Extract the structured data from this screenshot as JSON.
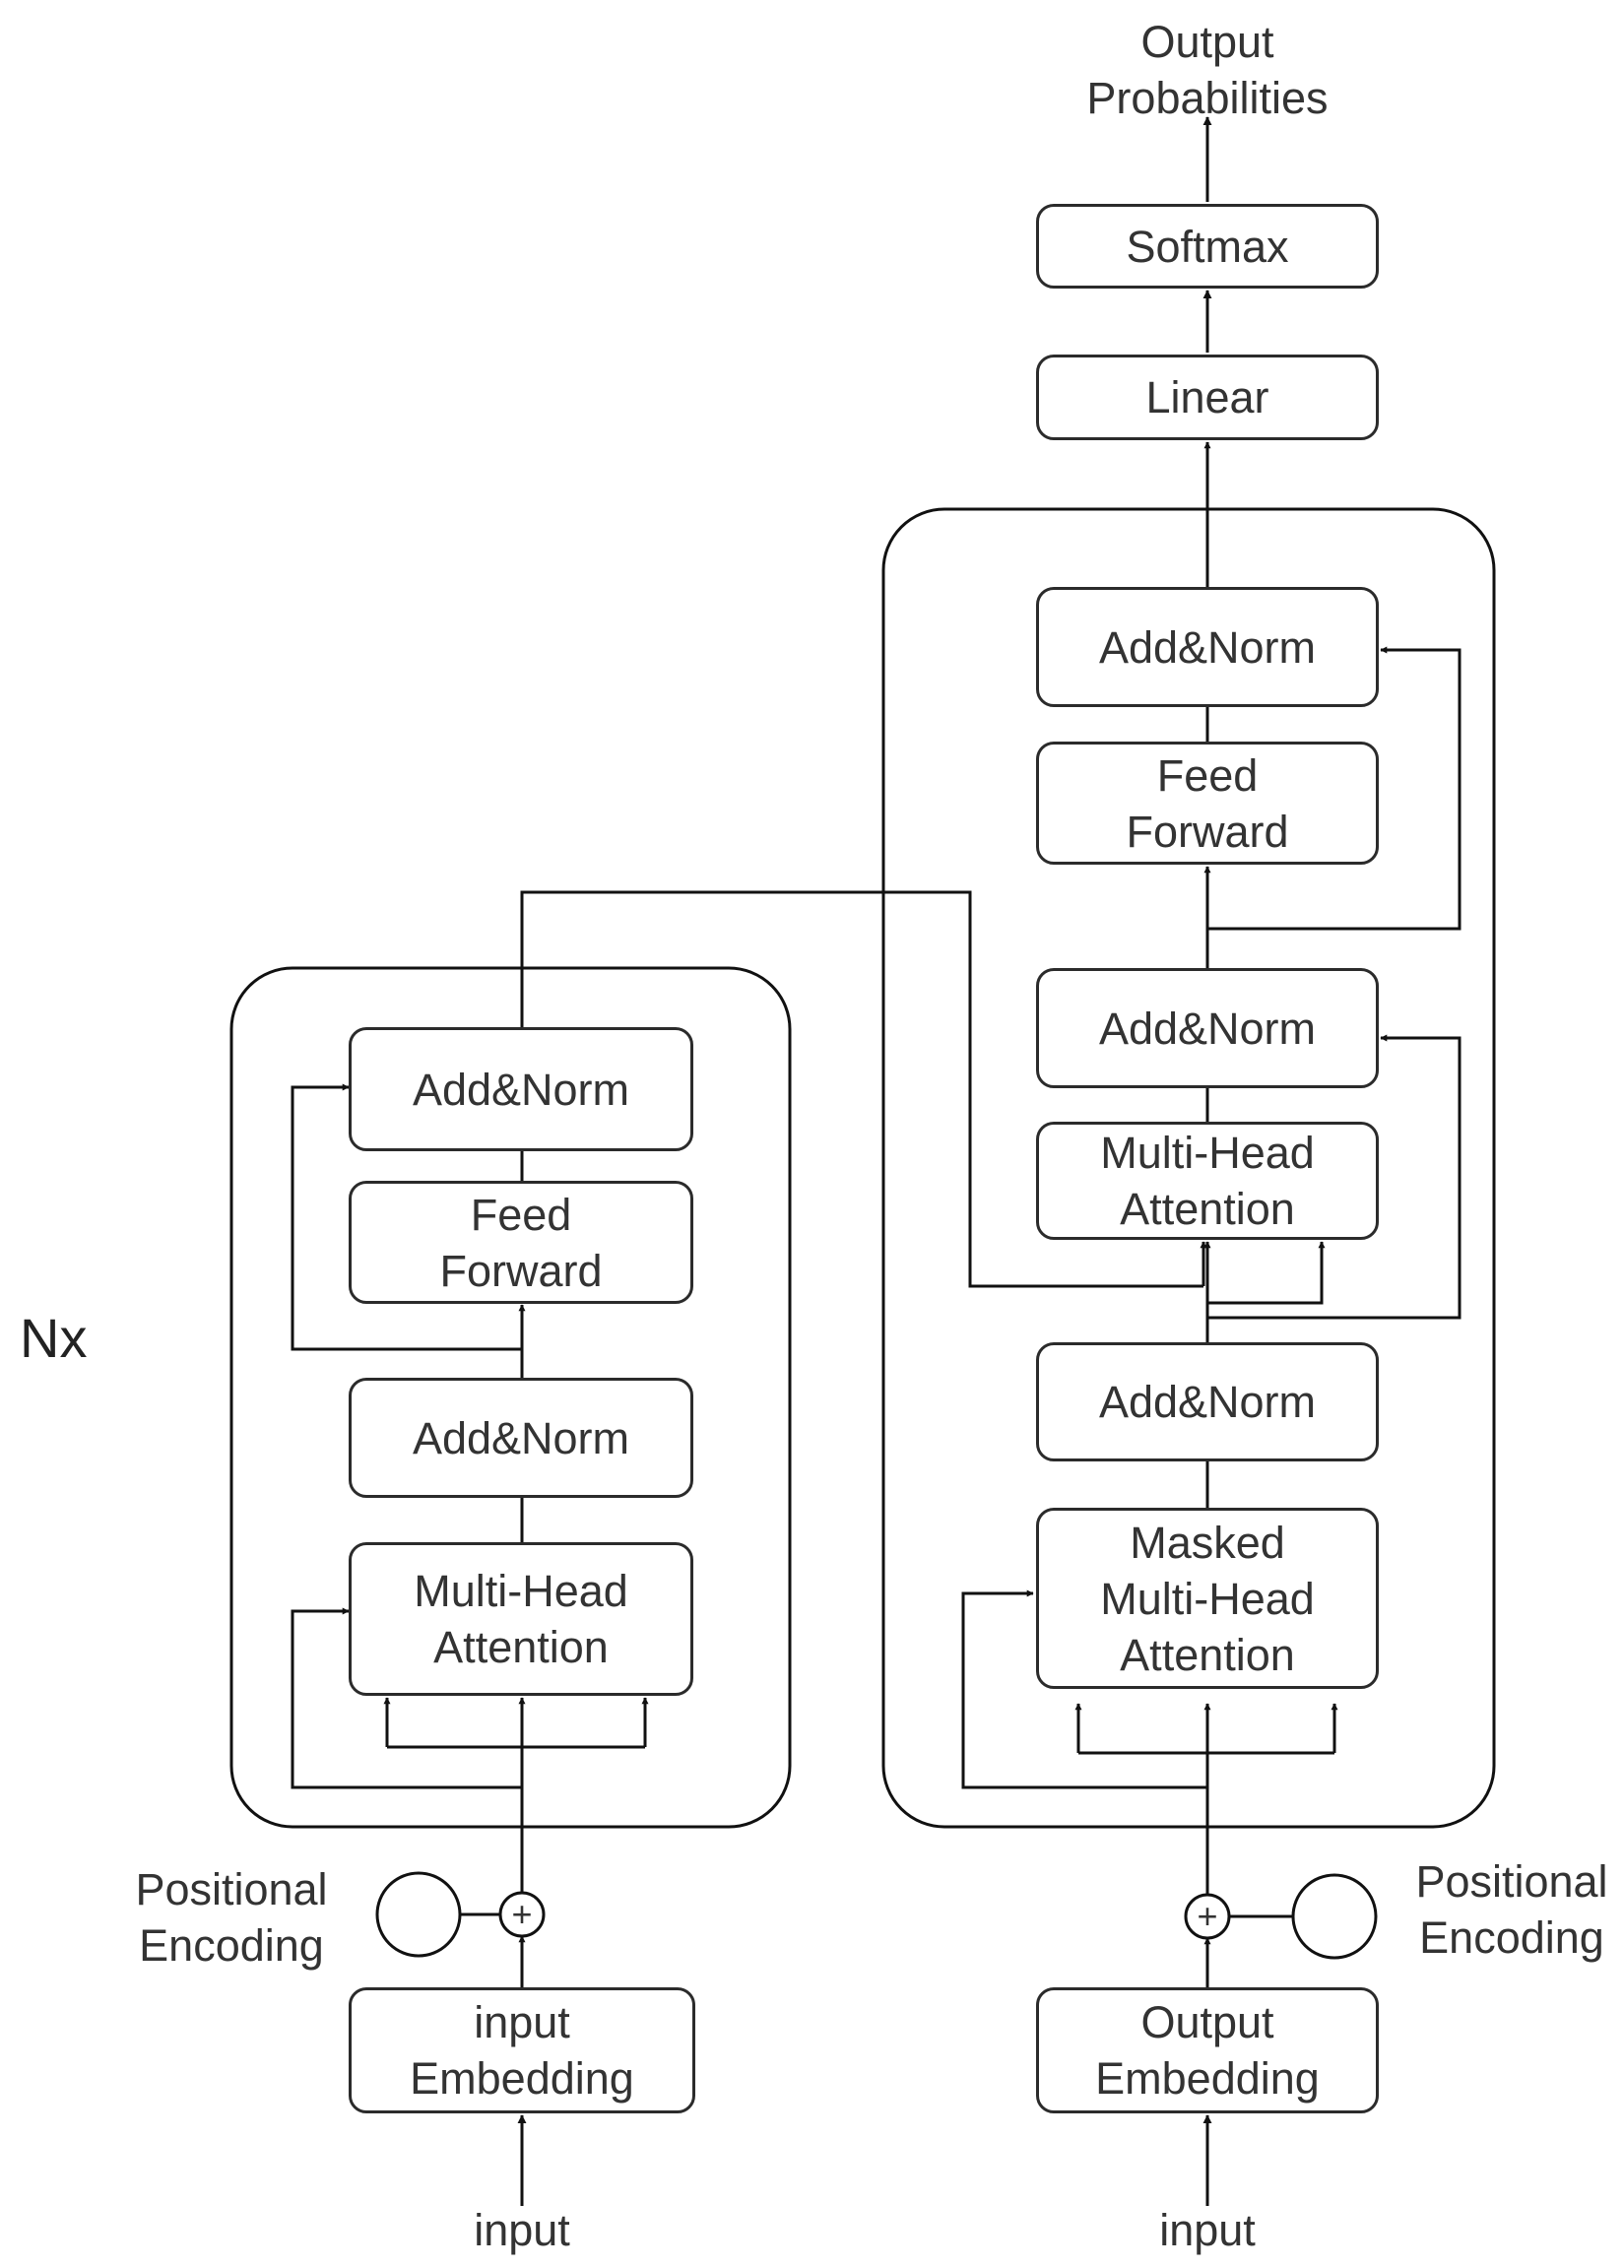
{
  "nx_label": "Nx",
  "output_probabilities": [
    "Output",
    "Probabilities"
  ],
  "decoder": {
    "softmax": "Softmax",
    "linear": "Linear",
    "add_norm_top": "Add&Norm",
    "feed_forward": [
      "Feed",
      "Forward"
    ],
    "add_norm_middle": "Add&Norm",
    "cross_attention": [
      "Multi-Head",
      "Attention"
    ],
    "add_norm_bottom": "Add&Norm",
    "masked_attention": [
      "Masked",
      "Multi-Head",
      "Attention"
    ],
    "output_embedding": [
      "Output",
      "Embedding"
    ],
    "input_label": "input",
    "positional_encoding": [
      "Positional",
      "Encoding"
    ],
    "plus_symbol": "+"
  },
  "encoder": {
    "add_norm_top": "Add&Norm",
    "feed_forward": [
      "Feed",
      "Forward"
    ],
    "add_norm_bottom": "Add&Norm",
    "attention": [
      "Multi-Head",
      "Attention"
    ],
    "input_embedding": [
      "input",
      "Embedding"
    ],
    "input_label": "input",
    "positional_encoding": [
      "Positional",
      "Encoding"
    ],
    "plus_symbol": "+"
  }
}
